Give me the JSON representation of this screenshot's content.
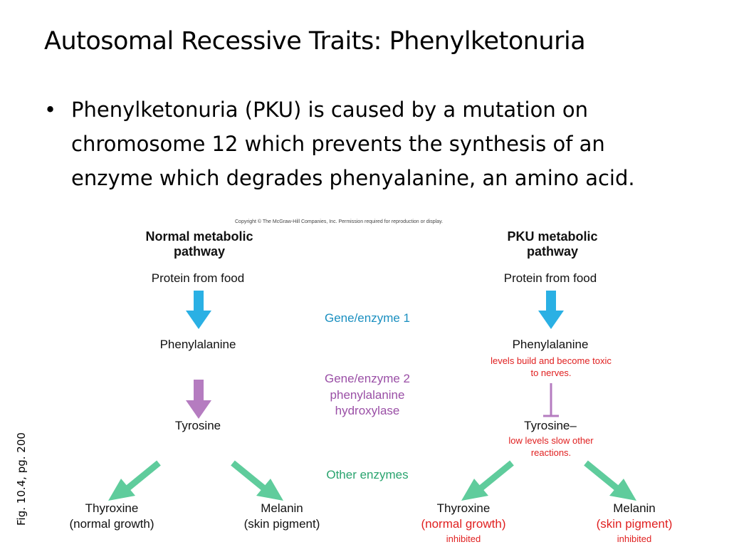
{
  "slide": {
    "title": "Autosomal Recessive Traits: Phenylketonuria",
    "bullet": "Phenylketonuria (PKU) is caused by a mutation on chromosome 12 which prevents the synthesis of an enzyme which degrades phenyalanine, an amino acid.",
    "caption": "Fig. 10.4, pg. 200"
  },
  "figure": {
    "copyright": "Copyright © The McGraw-Hill Companies, Inc. Permission required for reproduction or display.",
    "normal": {
      "header": "Normal metabolic pathway",
      "protein": "Protein from food",
      "phenylalanine": "Phenylalanine",
      "tyrosine": "Tyrosine",
      "thyroxine": "Thyroxine",
      "thyroxine_note": "(normal growth)",
      "melanin": "Melanin",
      "melanin_note": "(skin pigment)"
    },
    "pku": {
      "header": "PKU metabolic pathway",
      "protein": "Protein from food",
      "phenylalanine": "Phenylalanine",
      "phenylalanine_note": "levels build and become toxic to nerves.",
      "tyrosine": "Tyrosine–",
      "tyrosine_note": "low levels slow other reactions.",
      "thyroxine": "Thyroxine",
      "thyroxine_note": "(normal growth)",
      "thyroxine_status": "inhibited",
      "melanin": "Melanin",
      "melanin_note": "(skin pigment)",
      "melanin_status": "inhibited"
    },
    "enzymes": {
      "enzyme1": "Gene/enzyme 1",
      "enzyme2": "Gene/enzyme 2",
      "enzyme2_name": "phenylalanine hydroxylase",
      "other": "Other enzymes"
    },
    "colors": {
      "blue_arrow": "#2ab0e4",
      "purple_arrow": "#b57cc0",
      "green_arrow": "#5fcc9c",
      "inhibited_red": "#e02020",
      "block_bar": "#b57cc0"
    }
  }
}
